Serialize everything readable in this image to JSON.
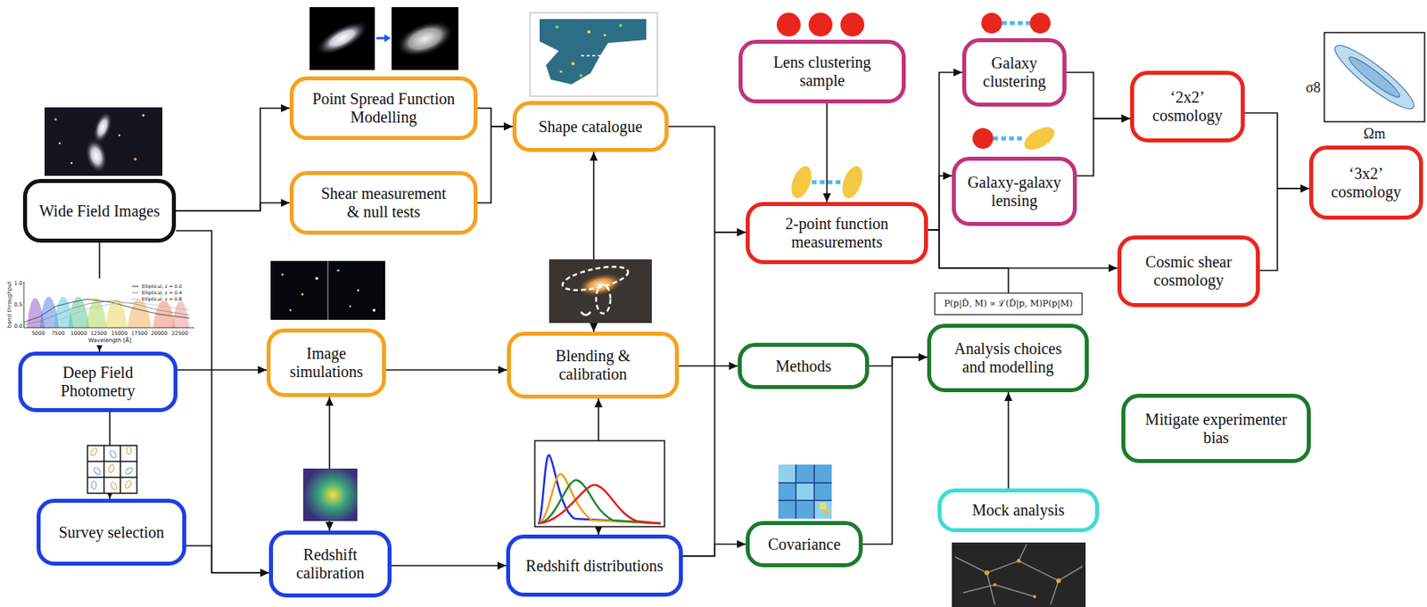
{
  "diagram": {
    "nodes": [
      {
        "text": [
          "Wide Field Images"
        ]
      },
      {
        "text": [
          "Deep Field Photometry"
        ]
      },
      {
        "text": [
          "Survey selection"
        ]
      },
      {
        "text": [
          "Point Spread Function Modelling"
        ]
      },
      {
        "text": [
          "Shear measurement & null tests"
        ]
      },
      {
        "text": [
          "Image simulations"
        ]
      },
      {
        "text": [
          "Redshift calibration"
        ]
      },
      {
        "text": [
          "Shape catalogue"
        ]
      },
      {
        "text": [
          "Blending & calibration"
        ]
      },
      {
        "text": [
          "Redshift distributions"
        ]
      },
      {
        "text": [
          "Lens clustering sample"
        ]
      },
      {
        "text": [
          "2-point function measurements"
        ]
      },
      {
        "text": [
          "Methods"
        ]
      },
      {
        "text": [
          "Covariance"
        ]
      },
      {
        "text": [
          "Galaxy clustering"
        ]
      },
      {
        "text": [
          "Galaxy-galaxy lensing"
        ]
      },
      {
        "text": [
          "P(p|D̂, M) ∝ ℒ(D̂|p, M)P(p|M)"
        ]
      },
      {
        "text": [
          "Analysis choices and modelling"
        ]
      },
      {
        "text": [
          "Mock analysis"
        ]
      },
      {
        "text": [
          "‘2x2’ cosmology"
        ]
      },
      {
        "text": [
          "Cosmic shear cosmology"
        ]
      },
      {
        "text": [
          "Mitigate experimenter bias"
        ]
      },
      {
        "text": [
          "‘3x2’ cosmology"
        ]
      }
    ],
    "edges": [
      {
        "from": 0,
        "to": 3,
        "arrow": "to"
      },
      {
        "from": 0,
        "to": 4,
        "arrow": "to"
      },
      {
        "from": 0,
        "to": 1,
        "arrow": "to"
      },
      {
        "from": 0,
        "to": 6,
        "arrow": "to"
      },
      {
        "from": 1,
        "to": 5,
        "arrow": "to"
      },
      {
        "from": 1,
        "to": 2,
        "arrow": "to"
      },
      {
        "from": 2,
        "to": 6,
        "arrow": "to"
      },
      {
        "from": 3,
        "to": 7,
        "arrow": "to"
      },
      {
        "from": 4,
        "to": 7,
        "arrow": "to"
      },
      {
        "from": 5,
        "to": 8,
        "arrow": "to"
      },
      {
        "from": 5,
        "to": 6,
        "arrow": "both"
      },
      {
        "from": 7,
        "to": 8,
        "arrow": "both"
      },
      {
        "from": 6,
        "to": 9,
        "arrow": "to"
      },
      {
        "from": 8,
        "to": 9,
        "arrow": "both"
      },
      {
        "from": 7,
        "to": 11,
        "arrow": "to"
      },
      {
        "from": 9,
        "to": 11,
        "arrow": "to"
      },
      {
        "from": 9,
        "to": 13,
        "arrow": "to"
      },
      {
        "from": 8,
        "to": 12,
        "arrow": "to"
      },
      {
        "from": 10,
        "to": 11,
        "arrow": "to"
      },
      {
        "from": 11,
        "to": 14,
        "arrow": "to"
      },
      {
        "from": 11,
        "to": 15,
        "arrow": "to"
      },
      {
        "from": 11,
        "to": 20,
        "arrow": "to"
      },
      {
        "from": 11,
        "to": 16,
        "arrow": "none"
      },
      {
        "from": 14,
        "to": 19,
        "arrow": "to"
      },
      {
        "from": 15,
        "to": 19,
        "arrow": "to"
      },
      {
        "from": 19,
        "to": 22,
        "arrow": "to"
      },
      {
        "from": 20,
        "to": 22,
        "arrow": "to"
      },
      {
        "from": 12,
        "to": 17,
        "arrow": "to"
      },
      {
        "from": 13,
        "to": 17,
        "arrow": "to"
      },
      {
        "from": 18,
        "to": 17,
        "arrow": "to"
      }
    ],
    "labels": [
      "σ8",
      "Ωm",
      "band throughput",
      "1.0",
      "0.5",
      "0.0",
      "5000",
      "7500",
      "10000",
      "12500",
      "15000",
      "17500",
      "20000",
      "22500",
      "Wavelength [Å]",
      "Elliptical, z = 0.0",
      "Elliptical, z = 0.4",
      "Elliptical, z = 0.8"
    ]
  }
}
